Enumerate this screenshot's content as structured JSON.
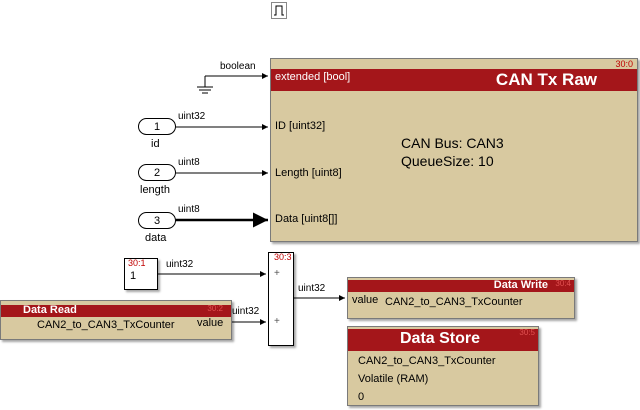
{
  "toolbar": {
    "icon": "pulse-icon"
  },
  "can_tx": {
    "id_tag": "30:0",
    "title": "CAN Tx Raw",
    "ports": [
      "extended [bool]",
      "ID [uint32]",
      "Length [uint8]",
      "Data [uint8[]]"
    ],
    "bus_line": "CAN Bus: CAN3",
    "queue_line": "QueueSize: 10"
  },
  "signals": {
    "boolean": "boolean",
    "uint32_id": "uint32",
    "uint8_len": "uint8",
    "uint8_data": "uint8",
    "uint32_const": "uint32",
    "uint32_read": "uint32",
    "uint32_sum": "uint32"
  },
  "inports": [
    {
      "number": "1",
      "name": "id"
    },
    {
      "number": "2",
      "name": "length"
    },
    {
      "number": "3",
      "name": "data"
    }
  ],
  "constant": {
    "id_tag": "30:1",
    "value": "1"
  },
  "sum": {
    "id_tag": "30:3",
    "inputs": [
      "+",
      "+"
    ]
  },
  "data_read": {
    "title": "Data Read",
    "id_tag": "30:2",
    "variable": "CAN2_to_CAN3_TxCounter",
    "port": "value"
  },
  "data_write": {
    "title": "Data Write",
    "id_tag": "30:4",
    "port": "value",
    "variable": "CAN2_to_CAN3_TxCounter"
  },
  "data_store": {
    "title": "Data Store",
    "id_tag": "30:5",
    "variable": "CAN2_to_CAN3_TxCounter",
    "storage": "Volatile (RAM)",
    "initial": "0"
  },
  "colors": {
    "header": "#a4161a",
    "block": "#d8c9a0",
    "id_text": "#c00000"
  }
}
